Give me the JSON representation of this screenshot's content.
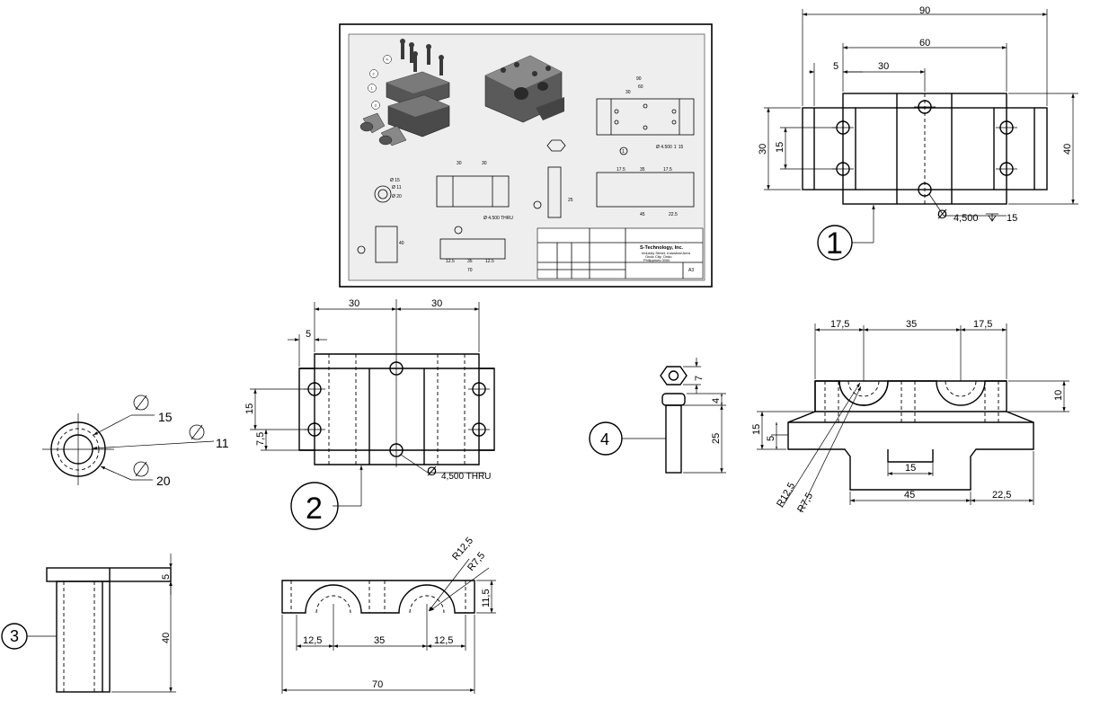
{
  "sheet": {
    "company": "S-Technology, Inc.",
    "address_lines": [
      "Industry Street, Industrial Area",
      "Ondo City, Ondo",
      "Philippines 0000"
    ],
    "size": "A3",
    "dims": {
      "top": [
        "90",
        "60",
        "30"
      ],
      "side": [
        "30",
        "15",
        "40"
      ],
      "hole": "Ø 4.500 ↧ 15",
      "v2_top": [
        "30",
        "30"
      ],
      "v2_side": [
        "15",
        "7.5"
      ],
      "v2_hole": "Ø 4.500 THRU",
      "circle": [
        "Ø 15",
        "Ø 11",
        "Ø 20"
      ],
      "v3": [
        "40"
      ],
      "front": [
        "17.5",
        "35",
        "17.5",
        "10",
        "15",
        "45",
        "22.5",
        "R12.5",
        "R7.5",
        "15"
      ],
      "bottom": [
        "12.5",
        "35",
        "12.5",
        "70",
        "R12.5",
        "R7.5"
      ],
      "v4": [
        "25",
        "4",
        "7"
      ]
    }
  },
  "view1": {
    "balloon": "1",
    "dim_overall": "90",
    "dim_inner": "60",
    "dim_half": "30",
    "dim_offset": "5",
    "dim_height_outer": "30",
    "dim_height_inner": "15",
    "dim_height_total": "40",
    "hole_dia_symbol": "Ø",
    "hole_spec": "4,500",
    "hole_depth": "15"
  },
  "view2": {
    "balloon": "2",
    "dim_left": "30",
    "dim_right": "30",
    "dim_offset": "5",
    "dim_height": "15",
    "dim_small": "7,5",
    "hole_dia_symbol": "Ø",
    "hole_spec": "4,500 THRU"
  },
  "circle_view": {
    "dia_15": "15",
    "dia_11": "11",
    "dia_20": "20"
  },
  "view3": {
    "balloon": "3",
    "dim_flange": "5",
    "dim_height": "40"
  },
  "view4": {
    "balloon": "4",
    "dim_hex": "7",
    "dim_head": "4",
    "dim_shank": "25"
  },
  "front_view": {
    "dim_left": "17,5",
    "dim_mid": "35",
    "dim_right": "17,5",
    "dim_top_h": "10",
    "dim_side_15": "15",
    "dim_side_5": "5",
    "dim_slot": "15",
    "dim_base": "45",
    "dim_tail": "22,5",
    "radius_big": "R12,5",
    "radius_small": "R7,5"
  },
  "bottom_view": {
    "radius_big": "R12,5",
    "radius_small": "R7,5",
    "dim_height": "11,5",
    "dim_left": "12,5",
    "dim_mid": "35",
    "dim_right": "12,5",
    "dim_total": "70"
  }
}
